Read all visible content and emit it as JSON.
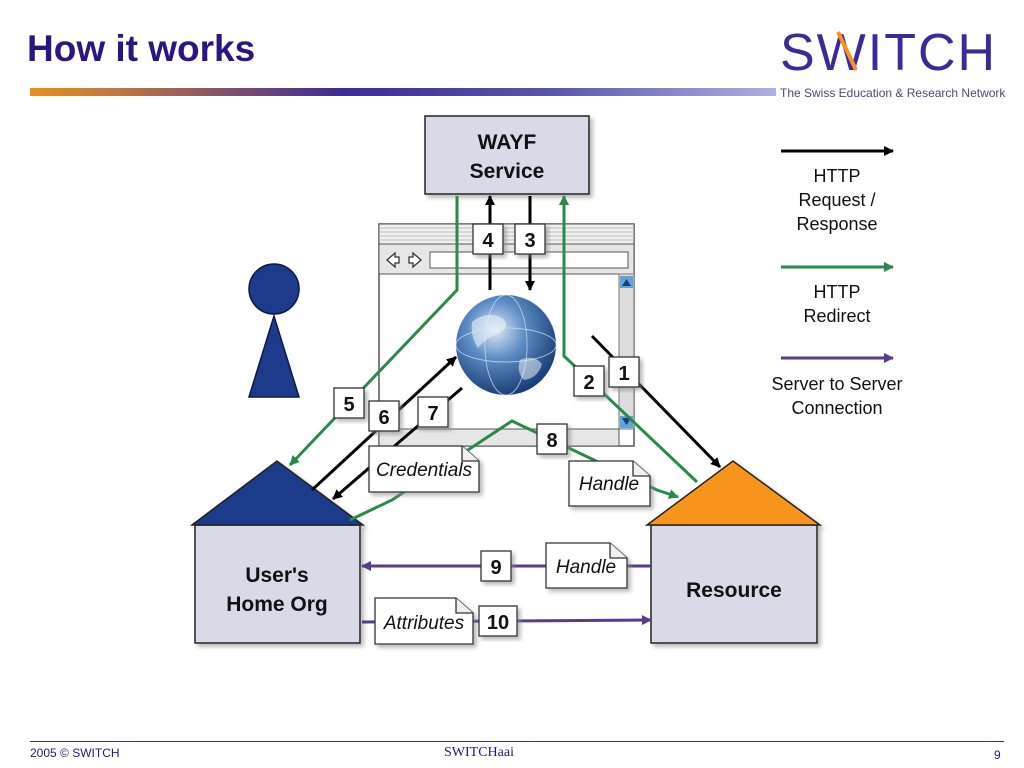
{
  "slide": {
    "title": "How it works",
    "logo_text": "SWITCH",
    "logo_subtitle": "The Swiss Education & Research Network",
    "footer_left": "2005 © SWITCH",
    "footer_center": "SWITCHaai",
    "page_number": "9"
  },
  "colors": {
    "title": "#2a1680",
    "http_request": "#000000",
    "http_redirect": "#2a8a4a",
    "server_to_server": "#5a3a8a",
    "home_org_roof": "#1e3a8a",
    "resource_roof": "#f7941d",
    "box_fill": "#d8dae8"
  },
  "diagram": {
    "wayf": {
      "line1": "WAYF",
      "line2": "Service"
    },
    "home_org": {
      "line1": "User's",
      "line2": "Home Org"
    },
    "resource": {
      "label": "Resource"
    },
    "docs": {
      "credentials": "Credentials",
      "handle_upper": "Handle",
      "handle_lower": "Handle",
      "attributes": "Attributes"
    },
    "steps": [
      "1",
      "2",
      "3",
      "4",
      "5",
      "6",
      "7",
      "8",
      "9",
      "10"
    ],
    "legend": {
      "request": {
        "line1": "HTTP",
        "line2": "Request /",
        "line3": "Response"
      },
      "redirect": {
        "line1": "HTTP",
        "line2": "Redirect"
      },
      "server": {
        "line1": "Server to Server",
        "line2": "Connection"
      }
    },
    "icons": [
      "user-icon",
      "globe-icon",
      "browser-back-forward-icon"
    ]
  }
}
